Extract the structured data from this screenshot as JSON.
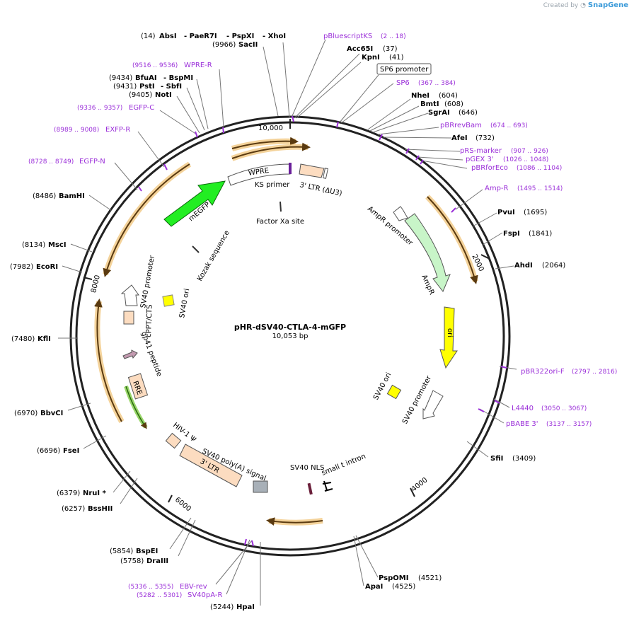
{
  "watermark": {
    "created_by": "Created by",
    "brand": "SnapGene"
  },
  "plasmid": {
    "name": "pHR-dSV40-CTLA-4-mGFP",
    "size": "10,053 bp"
  },
  "ruler": [
    "10,000",
    "2000",
    "4000",
    "6000",
    "8000"
  ],
  "sites": [
    {
      "label": "AbsI",
      "pos": "(14)"
    },
    {
      "label": "PaeR7I",
      "pos": ""
    },
    {
      "label": "PspXI",
      "pos": ""
    },
    {
      "label": "XhoI",
      "pos": ""
    },
    {
      "label": "SacII",
      "pos": "(9966)"
    },
    {
      "label": "Acc65I",
      "pos": "(37)"
    },
    {
      "label": "KpnI",
      "pos": "(41)"
    },
    {
      "label": "NheI",
      "pos": "(604)"
    },
    {
      "label": "BmtI",
      "pos": "(608)"
    },
    {
      "label": "SgrAI",
      "pos": "(646)"
    },
    {
      "label": "AfeI",
      "pos": "(732)"
    },
    {
      "label": "PvuI",
      "pos": "(1695)"
    },
    {
      "label": "FspI",
      "pos": "(1841)"
    },
    {
      "label": "AhdI",
      "pos": "(2064)"
    },
    {
      "label": "SfiI",
      "pos": "(3409)"
    },
    {
      "label": "PspOMI",
      "pos": "(4521)"
    },
    {
      "label": "ApaI",
      "pos": "(4525)"
    },
    {
      "label": "HpaI",
      "pos": "(5244)"
    },
    {
      "label": "DraIII",
      "pos": "(5758)"
    },
    {
      "label": "BspEI",
      "pos": "(5854)"
    },
    {
      "label": "BssHII",
      "pos": "(6257)"
    },
    {
      "label": "NruI *",
      "pos": "(6379)"
    },
    {
      "label": "FseI",
      "pos": "(6696)"
    },
    {
      "label": "BbvCI",
      "pos": "(6970)"
    },
    {
      "label": "KflI",
      "pos": "(7480)"
    },
    {
      "label": "EcoRI",
      "pos": "(7982)"
    },
    {
      "label": "MscI",
      "pos": "(8134)"
    },
    {
      "label": "BamHI",
      "pos": "(8486)"
    },
    {
      "label": "NotI",
      "pos": "(9405)"
    },
    {
      "label": "PstI",
      "pos": "(9431)"
    },
    {
      "label": "SbfI",
      "pos": ""
    },
    {
      "label": "BfuAI",
      "pos": "(9434)"
    },
    {
      "label": "BspMI",
      "pos": ""
    }
  ],
  "primers": [
    {
      "label": "pBluescriptKS",
      "range": "(2 .. 18)"
    },
    {
      "label": "SP6",
      "range": "(367 .. 384)"
    },
    {
      "label": "pBRrevBam",
      "range": "(674 .. 693)"
    },
    {
      "label": "pRS-marker",
      "range": "(907 .. 926)"
    },
    {
      "label": "pGEX 3'",
      "range": "(1026 .. 1048)"
    },
    {
      "label": "pBRforEco",
      "range": "(1086 .. 1104)"
    },
    {
      "label": "Amp-R",
      "range": "(1495 .. 1514)"
    },
    {
      "label": "pBR322ori-F",
      "range": "(2797 .. 2816)"
    },
    {
      "label": "L4440",
      "range": "(3050 .. 3067)"
    },
    {
      "label": "pBABE 3'",
      "range": "(3137 .. 3157)"
    },
    {
      "label": "EBV-rev",
      "range": "(5336 .. 5355)"
    },
    {
      "label": "SV40pA-R",
      "range": "(5282 .. 5301)"
    },
    {
      "label": "WPRE-R",
      "range": "(9516 .. 9536)"
    },
    {
      "label": "EGFP-C",
      "range": "(9336 .. 9357)"
    },
    {
      "label": "EXFP-R",
      "range": "(8989 .. 9008)"
    },
    {
      "label": "EGFP-N",
      "range": "(8728 .. 8749)"
    }
  ],
  "sp6_promoter_box": "SP6 promoter",
  "features": [
    "WPRE",
    "KS primer",
    "3' LTR (ΔU3)",
    "Factor Xa site",
    "mEGFP",
    "Kozak sequence",
    "SV40 promoter",
    "SV40 ori",
    "cPPT/CTS",
    "gp41 peptide",
    "RRE",
    "HIV-1 Ψ",
    "3' LTR",
    "SV40 poly(A) signal",
    "SV40 NLS",
    "small t intron",
    "AmpR promoter",
    "AmpR",
    "ori",
    "SV40 ori",
    "SV40 promoter"
  ],
  "colors": {
    "backbone": "#222222",
    "primer": "#9b30d9",
    "orf_arrow": "#f0c070",
    "mEGFP": "#22ee22",
    "ampr": "#c8f5c8",
    "ori": "#ffff00",
    "ltr": "#fcdcc0",
    "polyA": "#a8b0b8",
    "rre_arrow": "#9ad66a"
  }
}
